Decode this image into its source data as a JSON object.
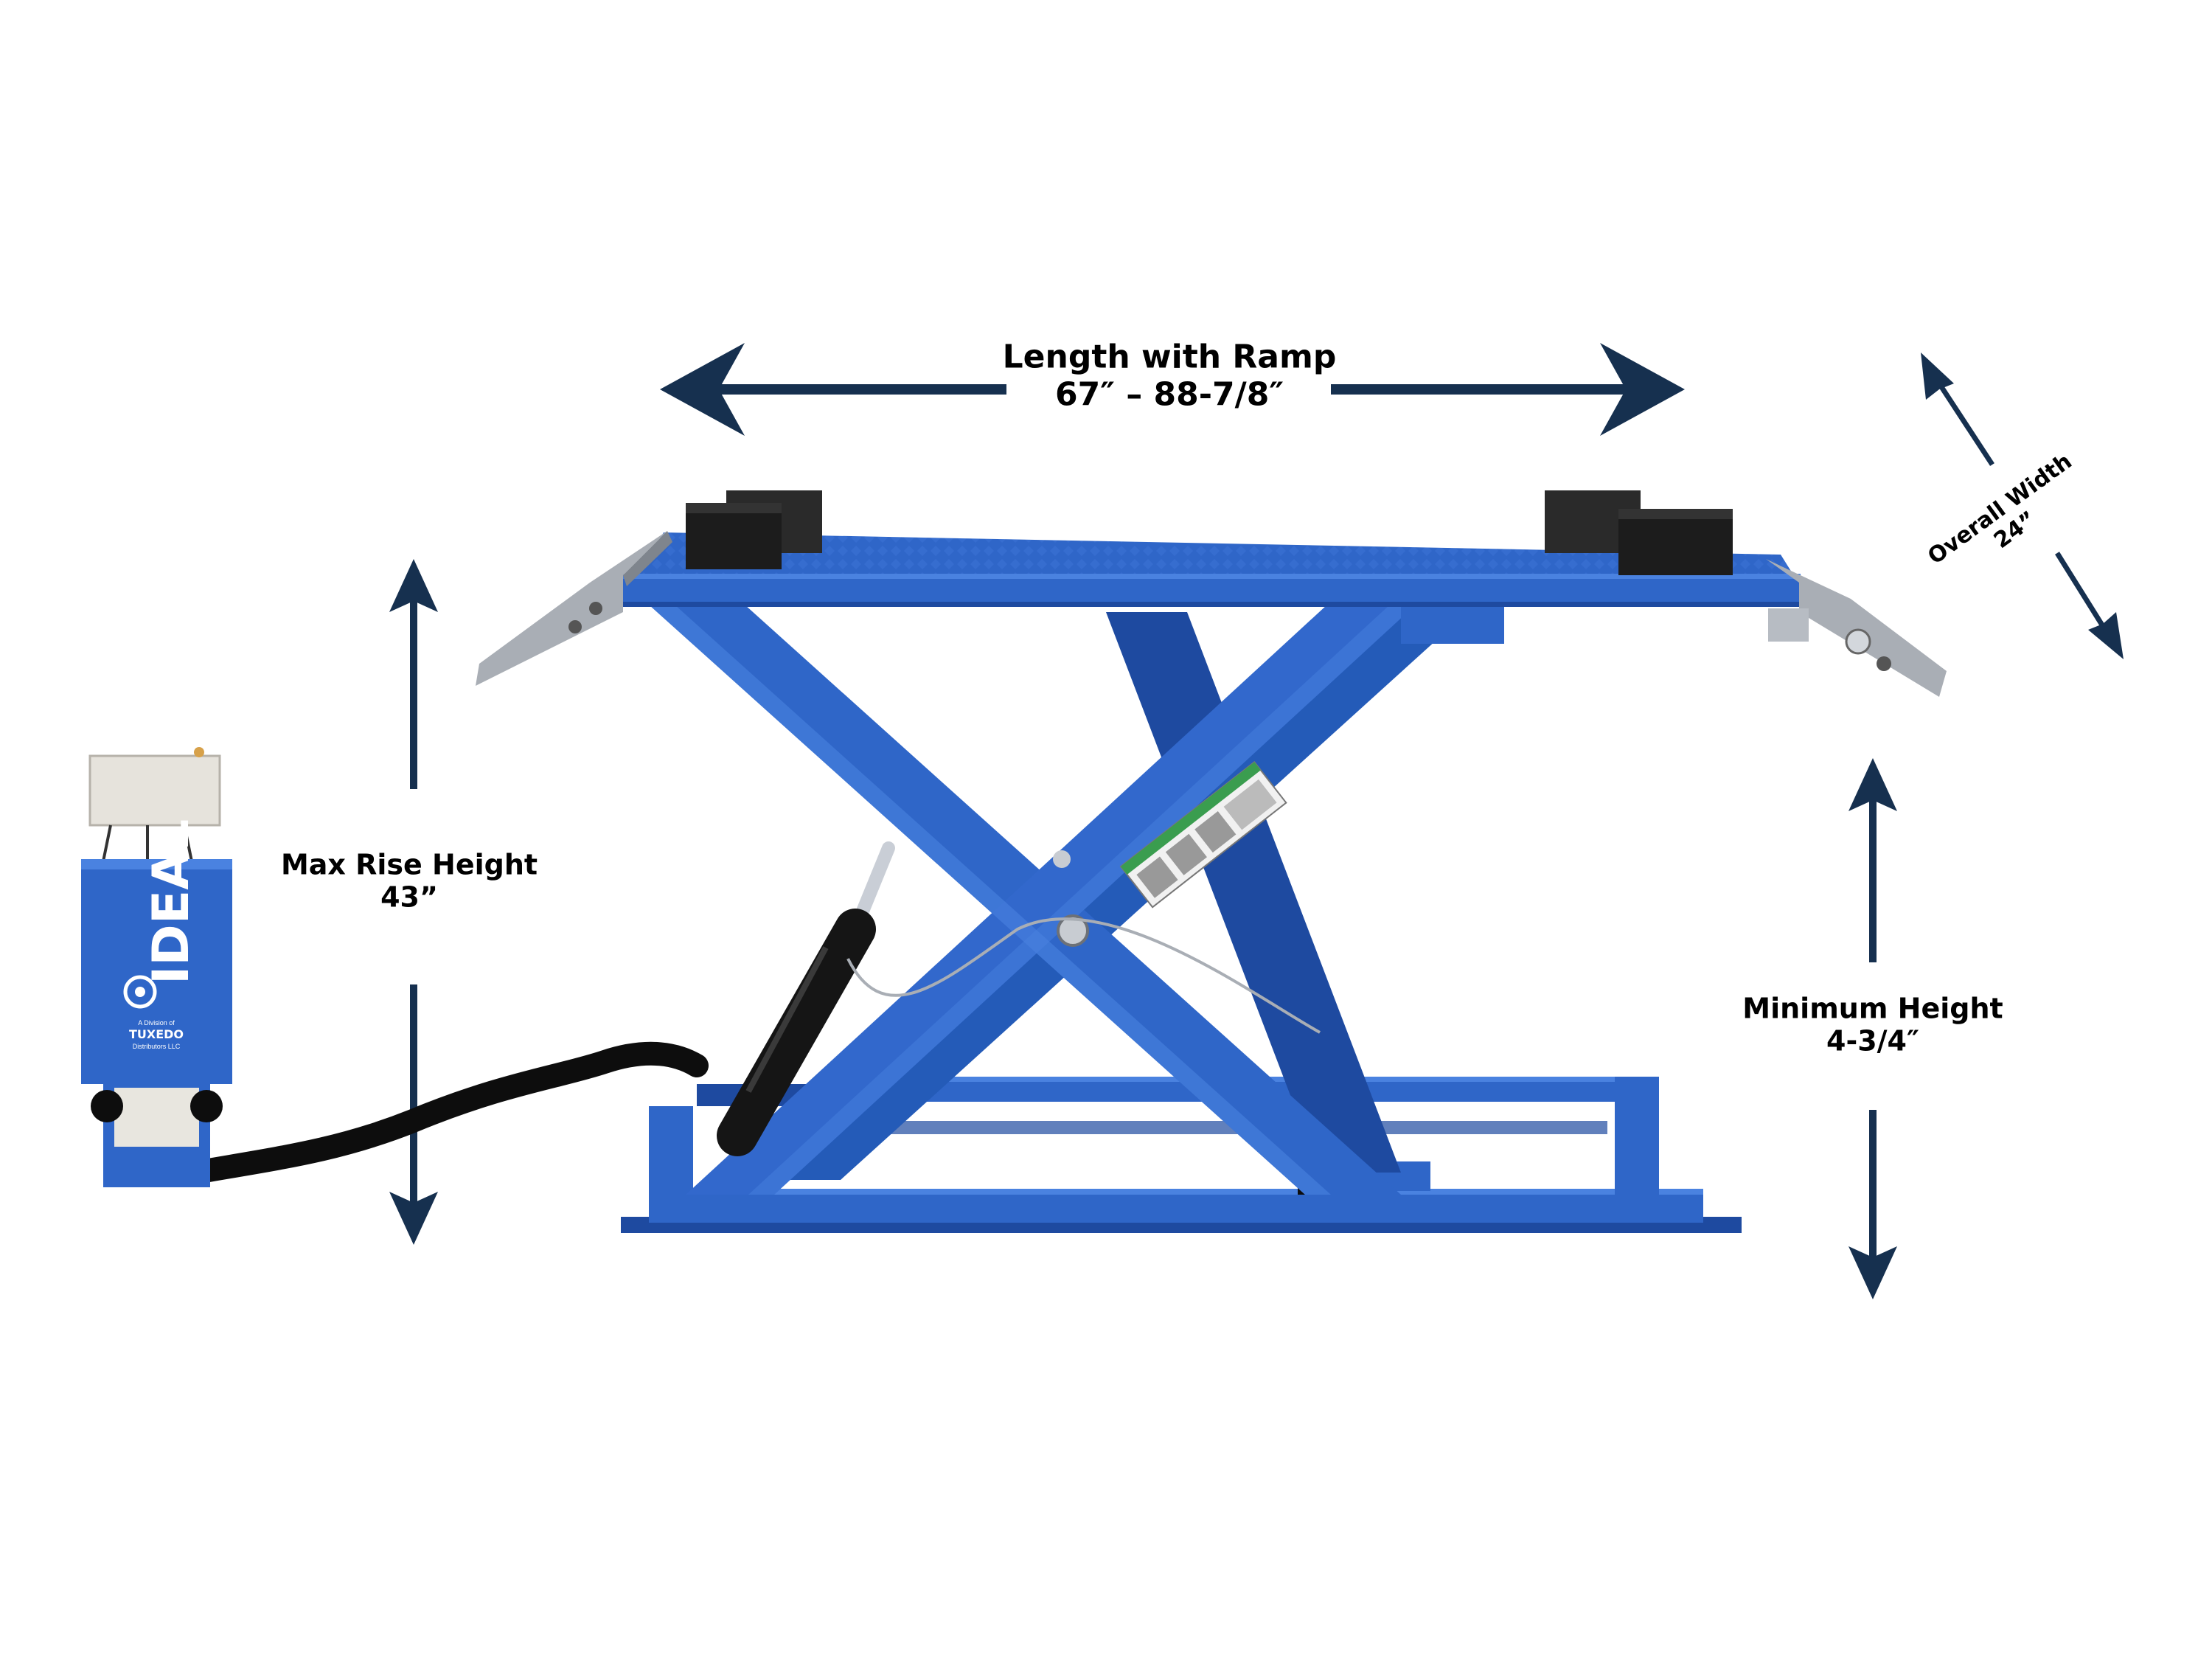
{
  "dimensions": {
    "length": {
      "title": "Length with Ramp",
      "value": "67″ – 88-7/8″"
    },
    "max_rise": {
      "title": "Max Rise Height",
      "value": "43”"
    },
    "min_height": {
      "title": "Minimum Height",
      "value": "4-3/4″"
    },
    "overall_width": {
      "title": "Overall Width",
      "value": "24”"
    }
  },
  "control_unit": {
    "brand": "IDEAL",
    "division_line": "A Division of",
    "company": "TUXEDO",
    "company_sub": "Distributors LLC"
  },
  "colors": {
    "arrow": "#16304f",
    "lift_blue": "#2f66c8",
    "lift_blue_dark": "#1e4aa0",
    "pad_black": "#1c1c1c",
    "ramp_silver": "#a9aeb5",
    "cylinder": "#151515",
    "hose": "#0d0d0d"
  }
}
